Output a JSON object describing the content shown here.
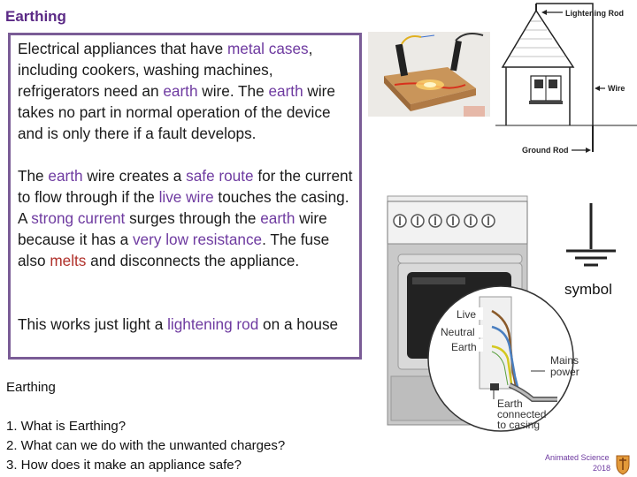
{
  "title": "Earthing",
  "main_box": {
    "p1": {
      "t1": "Electrical appliances that have ",
      "h1": "metal cases",
      "t2": ", including cookers, washing machines, refrigerators need an ",
      "h2": "earth",
      "t3": " wire.  The ",
      "h3": "earth",
      "t4": " wire takes no part in normal operation of the device and is only there if a fault develops."
    },
    "p2": {
      "t1": "The ",
      "h1": "earth",
      "t2": " wire creates a ",
      "h2": "safe route",
      "t3": " for the current to flow through if the ",
      "h3": "live wire",
      "t4": " touches the casing. A ",
      "h4": "strong current",
      "t5": " surges through the ",
      "h5": "earth",
      "t6": " wire because it has a ",
      "h6": "very low resistance",
      "t7": ".  The fuse also ",
      "h7": "melts",
      "t8": " and disconnects the appliance."
    },
    "p3": {
      "t1": "This works just light a ",
      "h1": "lightening rod",
      "t2": " on a house"
    }
  },
  "section_heading": "Earthing",
  "questions": [
    "1.  What is Earthing?",
    "2.  What can we do with the unwanted charges?",
    "3.  How does it make an appliance safe?"
  ],
  "house_diagram": {
    "rod_label": "Lightening Rod",
    "wire_label": "Wire",
    "ground_label": "Ground Rod"
  },
  "symbol_label": "symbol",
  "wiring_diagram": {
    "live": "Live",
    "neutral": "Neutral",
    "earth": "Earth",
    "mains_1": "Mains",
    "mains_2": "power",
    "note_1": "Earth",
    "note_2": "connected",
    "note_3": "to casing"
  },
  "colors": {
    "title": "#5b2a86",
    "border": "#7a5c96",
    "highlight_purple": "#6e3aa0",
    "highlight_red": "#b0302a"
  },
  "brand": {
    "line1": "Animated Science",
    "line2": "2018"
  }
}
